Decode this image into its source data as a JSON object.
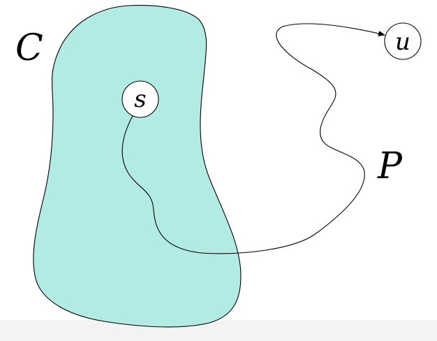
{
  "diagram": {
    "set_label": "C",
    "path_label": "P",
    "start_node": "s",
    "end_node": "u"
  },
  "colors": {
    "region_fill": "#b2ebe4",
    "stroke": "#000000",
    "node_fill": "#ffffff",
    "background": "#ffffff"
  }
}
